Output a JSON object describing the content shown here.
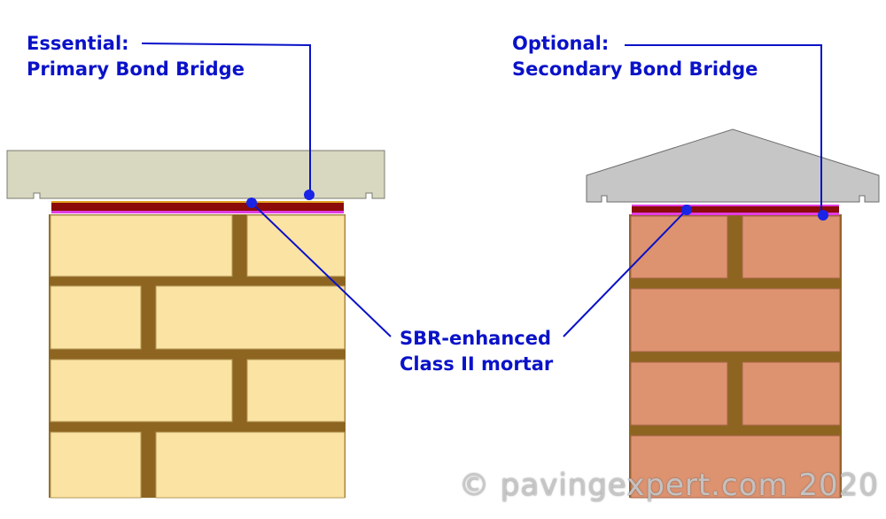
{
  "labels": {
    "primary": {
      "line1": "Essential:",
      "line2": "Primary Bond Bridge"
    },
    "secondary": {
      "line1": "Optional:",
      "line2": "Secondary Bond Bridge"
    },
    "mortar": {
      "line1": "SBR-enhanced",
      "line2": "Class II mortar"
    }
  },
  "watermark": "© pavingexpert.com 2020",
  "colors": {
    "label_text": "#0a12c8",
    "leader_line": "#0a12c8",
    "left_brick": "#fbe3a3",
    "right_brick": "#de9370",
    "mortar_joint": "#8d6520",
    "left_coping": "#d8d8c0",
    "right_coping": "#c6c6c6",
    "mortar_bed": "#8b0a0a",
    "bond_bridge": "#e23ce2"
  }
}
